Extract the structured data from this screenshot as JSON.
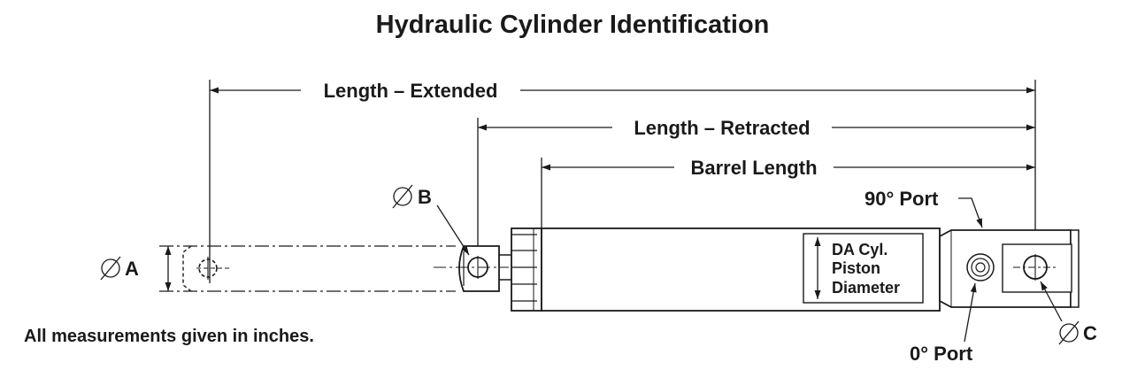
{
  "title": "Hydraulic Cylinder Identification",
  "footnote": "All measurements given in inches.",
  "dimensions": {
    "length_extended": "Length – Extended",
    "length_retracted": "Length – Retracted",
    "barrel_length": "Barrel Length"
  },
  "labels": {
    "diameter_a": "A",
    "diameter_b": "B",
    "diameter_c": "C",
    "port_90": "90° Port",
    "port_0": "0° Port",
    "piston_line1": "DA Cyl.",
    "piston_line2": "Piston",
    "piston_line3": "Diameter"
  },
  "colors": {
    "ink": "#1a1a1a",
    "background": "#ffffff"
  }
}
